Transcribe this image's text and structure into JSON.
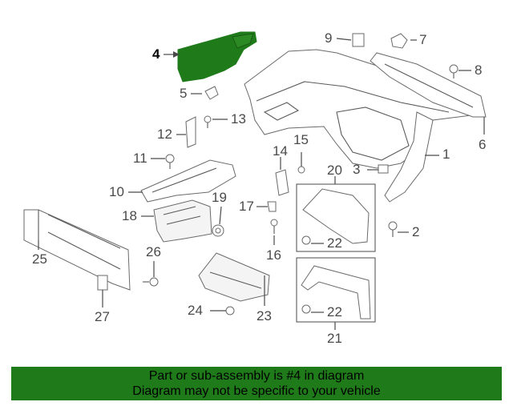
{
  "banner": {
    "line1": "Part or sub-assembly is #4 in diagram",
    "line2": "Diagram may not be specific to your vehicle"
  },
  "highlight": {
    "part_number": "4",
    "color": "#1f7a1a"
  },
  "callouts": {
    "c1": "1",
    "c2": "2",
    "c3": "3",
    "c4": "4",
    "c5": "5",
    "c6": "6",
    "c7": "7",
    "c8": "8",
    "c9": "9",
    "c10": "10",
    "c11": "11",
    "c12": "12",
    "c13": "13",
    "c14": "14",
    "c15": "15",
    "c16": "16",
    "c17": "17",
    "c18": "18",
    "c19": "19",
    "c20": "20",
    "c21": "21",
    "c22a": "22",
    "c22b": "22",
    "c23": "23",
    "c24": "24",
    "c25": "25",
    "c26": "26",
    "c27": "27"
  }
}
